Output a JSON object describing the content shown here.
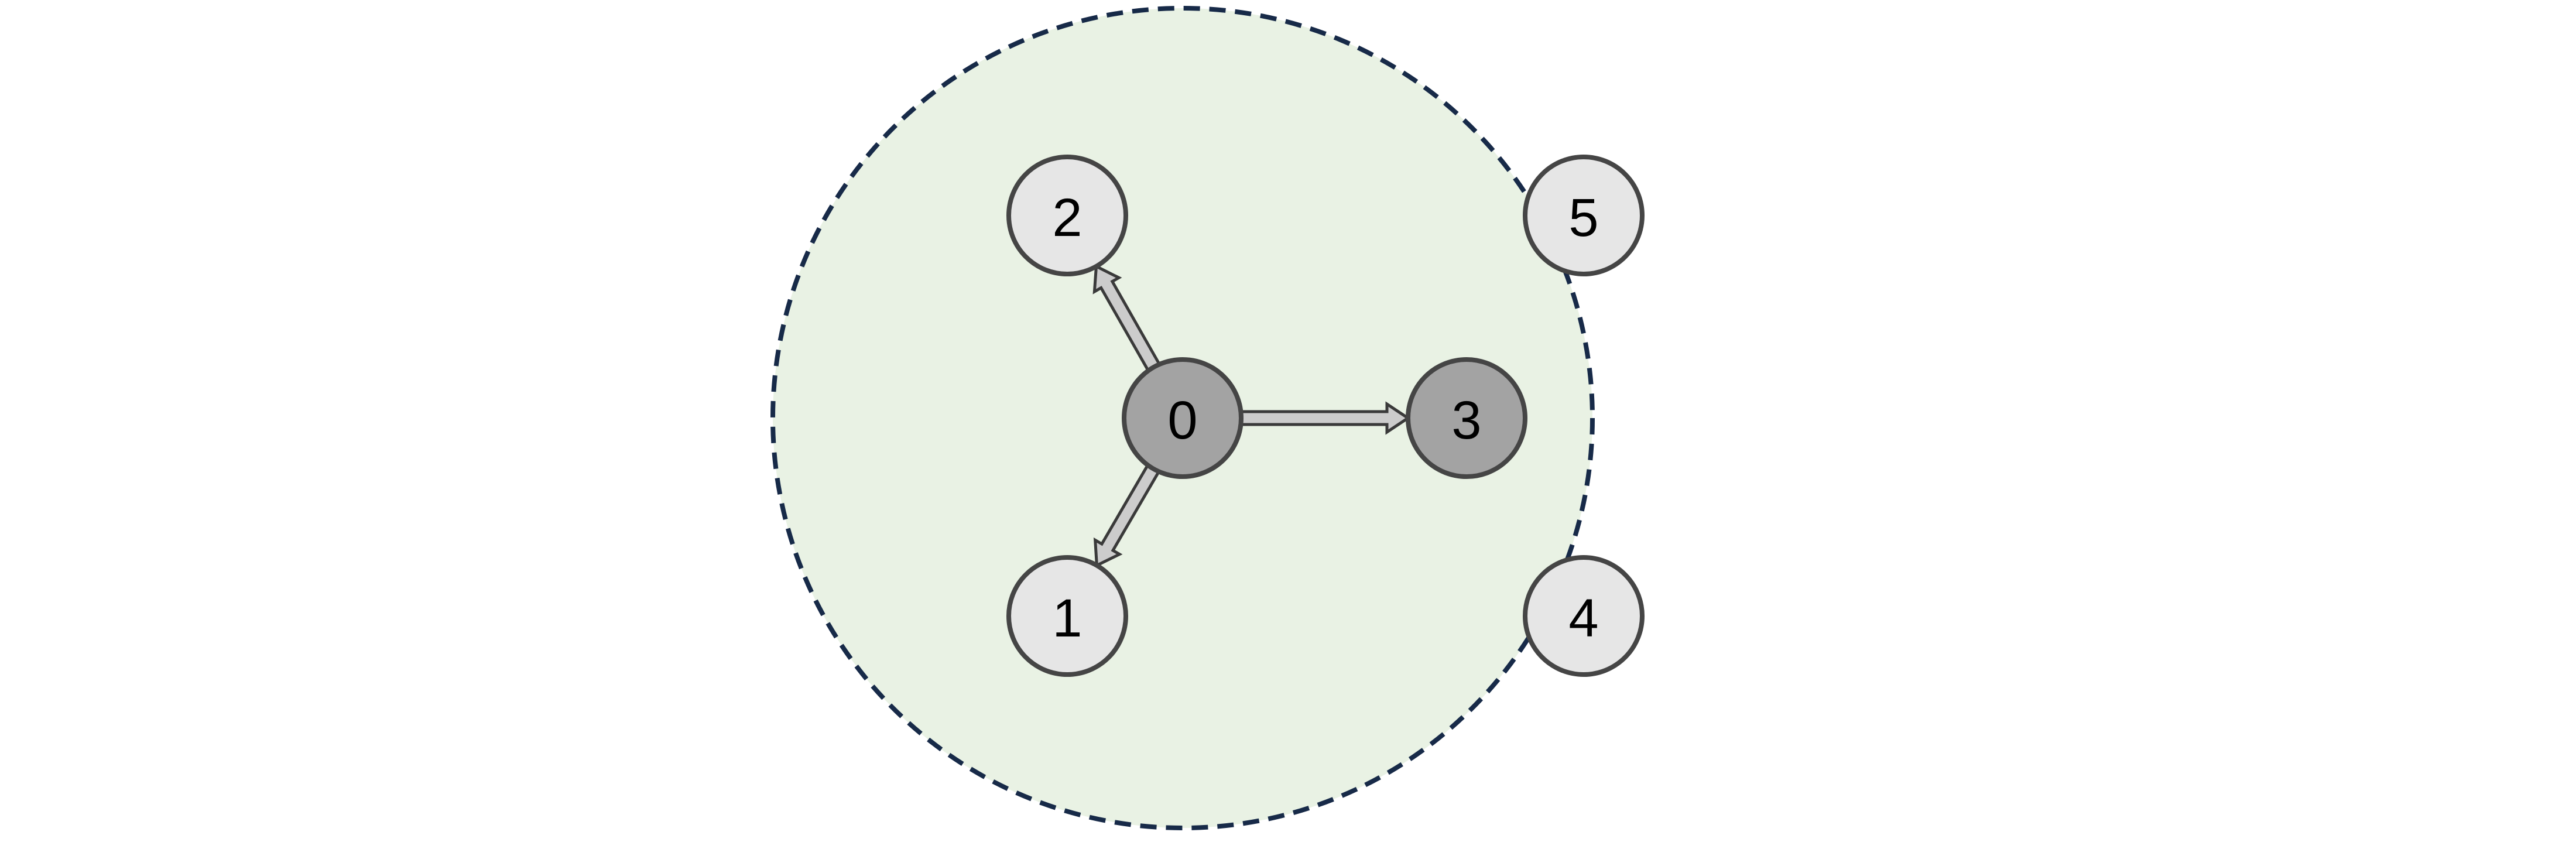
{
  "colors": {
    "region_fill": "#e9f2e4",
    "region_border": "#172a48",
    "light_node_fill": "#e6e6e6",
    "dark_node_fill": "#a3a3a3",
    "node_stroke": "#454545",
    "arrow_fill": "#cccccc",
    "arrow_stroke": "#3a3a3a"
  },
  "nodes": [
    {
      "id": "0",
      "label": "0",
      "shade": "dark"
    },
    {
      "id": "1",
      "label": "1",
      "shade": "light"
    },
    {
      "id": "2",
      "label": "2",
      "shade": "light"
    },
    {
      "id": "3",
      "label": "3",
      "shade": "dark"
    },
    {
      "id": "4",
      "label": "4",
      "shade": "light"
    },
    {
      "id": "5",
      "label": "5",
      "shade": "light"
    }
  ],
  "edges": [
    {
      "from": "0",
      "to": "2"
    },
    {
      "from": "0",
      "to": "1"
    },
    {
      "from": "0",
      "to": "3"
    }
  ]
}
